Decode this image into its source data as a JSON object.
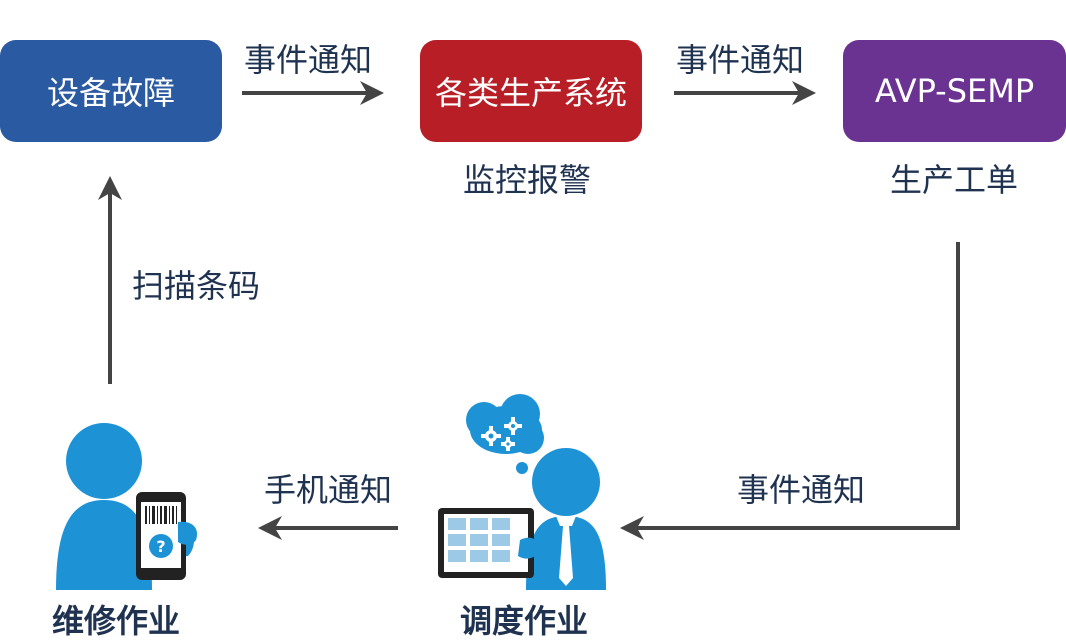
{
  "nodes": {
    "equipment_fault": "设备故障",
    "production_systems": "各类生产系统",
    "avp_semp": "AVP-SEMP"
  },
  "captions": {
    "monitoring_alarm": "监控报警",
    "production_order": "生产工单",
    "maintenance_work": "维修作业",
    "dispatch_work": "调度作业"
  },
  "edges": {
    "event_notice_1": "事件通知",
    "event_notice_2": "事件通知",
    "event_notice_3": "事件通知",
    "phone_notice": "手机通知",
    "scan_barcode": "扫描条码"
  },
  "colors": {
    "blue_box": "#2a5aa1",
    "red_box": "#b81e26",
    "purple_box": "#6a3391",
    "person_blue": "#1d93d6",
    "cloud_blue": "#1d93d6",
    "arrow": "#444444",
    "text": "#1f3250"
  },
  "icons": [
    "person-with-phone-icon",
    "person-with-tablet-icon",
    "gear-cloud-icon",
    "barcode-icon"
  ]
}
